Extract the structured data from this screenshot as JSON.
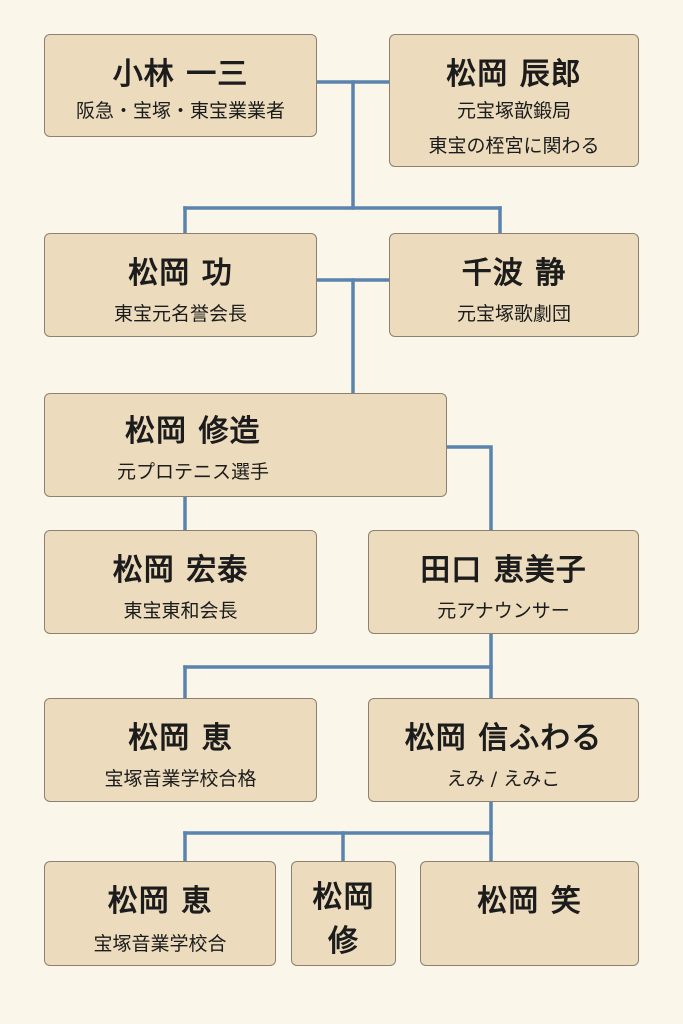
{
  "colors": {
    "background": "#fbf6ea",
    "box_fill": "#ecdcbd",
    "box_border": "#8c8070",
    "connector": "#5a84ad"
  },
  "people": [
    {
      "name": "小林 一三",
      "desc": [
        "阪急・宝塚・東宝業業者"
      ]
    },
    {
      "name": "松岡 辰郎",
      "desc": [
        "元宝塚歆鍛局",
        "東宝の桎宮に関わる"
      ]
    },
    {
      "name": "松岡 功",
      "desc": [
        "東宝元名誉会長"
      ]
    },
    {
      "name": "千波 静",
      "desc": [
        "元宝塚歌劇団"
      ]
    },
    {
      "name": "松岡 修造",
      "desc": [
        "元プロテニス選手"
      ]
    },
    {
      "name": "松岡 宏泰",
      "desc": [
        "東宝東和会長"
      ]
    },
    {
      "name": "田口 恵美子",
      "desc": [
        "元アナウンサー"
      ]
    },
    {
      "name": "松岡 恵",
      "desc": [
        "宝塚音業学校合格"
      ]
    },
    {
      "name": "松岡 信ふわる",
      "desc": [
        "えみ / えみこ"
      ]
    },
    {
      "name": "松岡 恵",
      "desc": [
        "宝塚音業学校合"
      ]
    },
    {
      "name": "松岡 修",
      "desc": []
    },
    {
      "name": "松岡 笑",
      "desc": []
    }
  ]
}
